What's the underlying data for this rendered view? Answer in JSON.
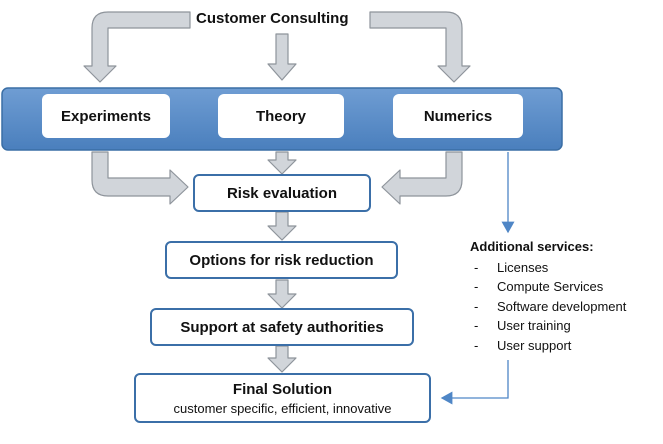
{
  "diagram": {
    "title": "Customer Consulting",
    "inputs": [
      {
        "id": "experiments",
        "label": "Experiments"
      },
      {
        "id": "theory",
        "label": "Theory"
      },
      {
        "id": "numerics",
        "label": "Numerics"
      }
    ],
    "steps": [
      {
        "id": "risk-evaluation",
        "label": "Risk evaluation"
      },
      {
        "id": "options-risk-reduction",
        "label": "Options for risk reduction"
      },
      {
        "id": "support-safety",
        "label": "Support at safety authorities"
      }
    ],
    "final": {
      "title": "Final Solution",
      "subtitle": "customer specific, efficient, innovative"
    },
    "additional_services": {
      "title": "Additional services:",
      "items": [
        "Licenses",
        "Compute Services",
        "Software development",
        "User training",
        "User support"
      ]
    },
    "colors": {
      "band": "#5b8ec9",
      "band_border": "#3a6ea5",
      "arrow_fill": "#d1d5da",
      "arrow_stroke": "#8e949b",
      "box_border": "#3b6fa8",
      "connector": "#4f86c6"
    }
  }
}
